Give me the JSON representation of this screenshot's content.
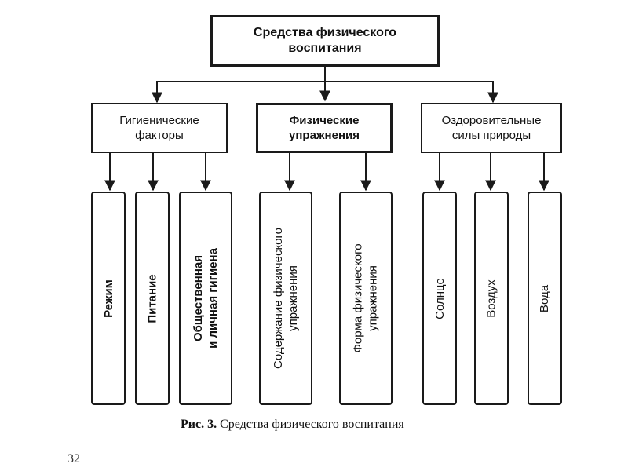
{
  "root": {
    "line1": "Средства физического",
    "line2": "воспитания"
  },
  "categories": [
    {
      "line1": "Гигиенические",
      "line2": "факторы"
    },
    {
      "line1": "Физические",
      "line2": "упражнения"
    },
    {
      "line1": "Оздоровительные",
      "line2": "силы природы"
    }
  ],
  "leaves": [
    {
      "line1": "Режим",
      "line2": ""
    },
    {
      "line1": "Питание",
      "line2": ""
    },
    {
      "line1": "Общественная",
      "line2": "и личная гигиена"
    },
    {
      "line1": "Содержание физического",
      "line2": "упражнения"
    },
    {
      "line1": "Форма физического",
      "line2": "упражнения"
    },
    {
      "line1": "Солнце",
      "line2": ""
    },
    {
      "line1": "Воздух",
      "line2": ""
    },
    {
      "line1": "Вода",
      "line2": ""
    }
  ],
  "caption": {
    "figure": "Рис. 3.",
    "text": "Средства физического воспитания"
  },
  "page_number": "32"
}
